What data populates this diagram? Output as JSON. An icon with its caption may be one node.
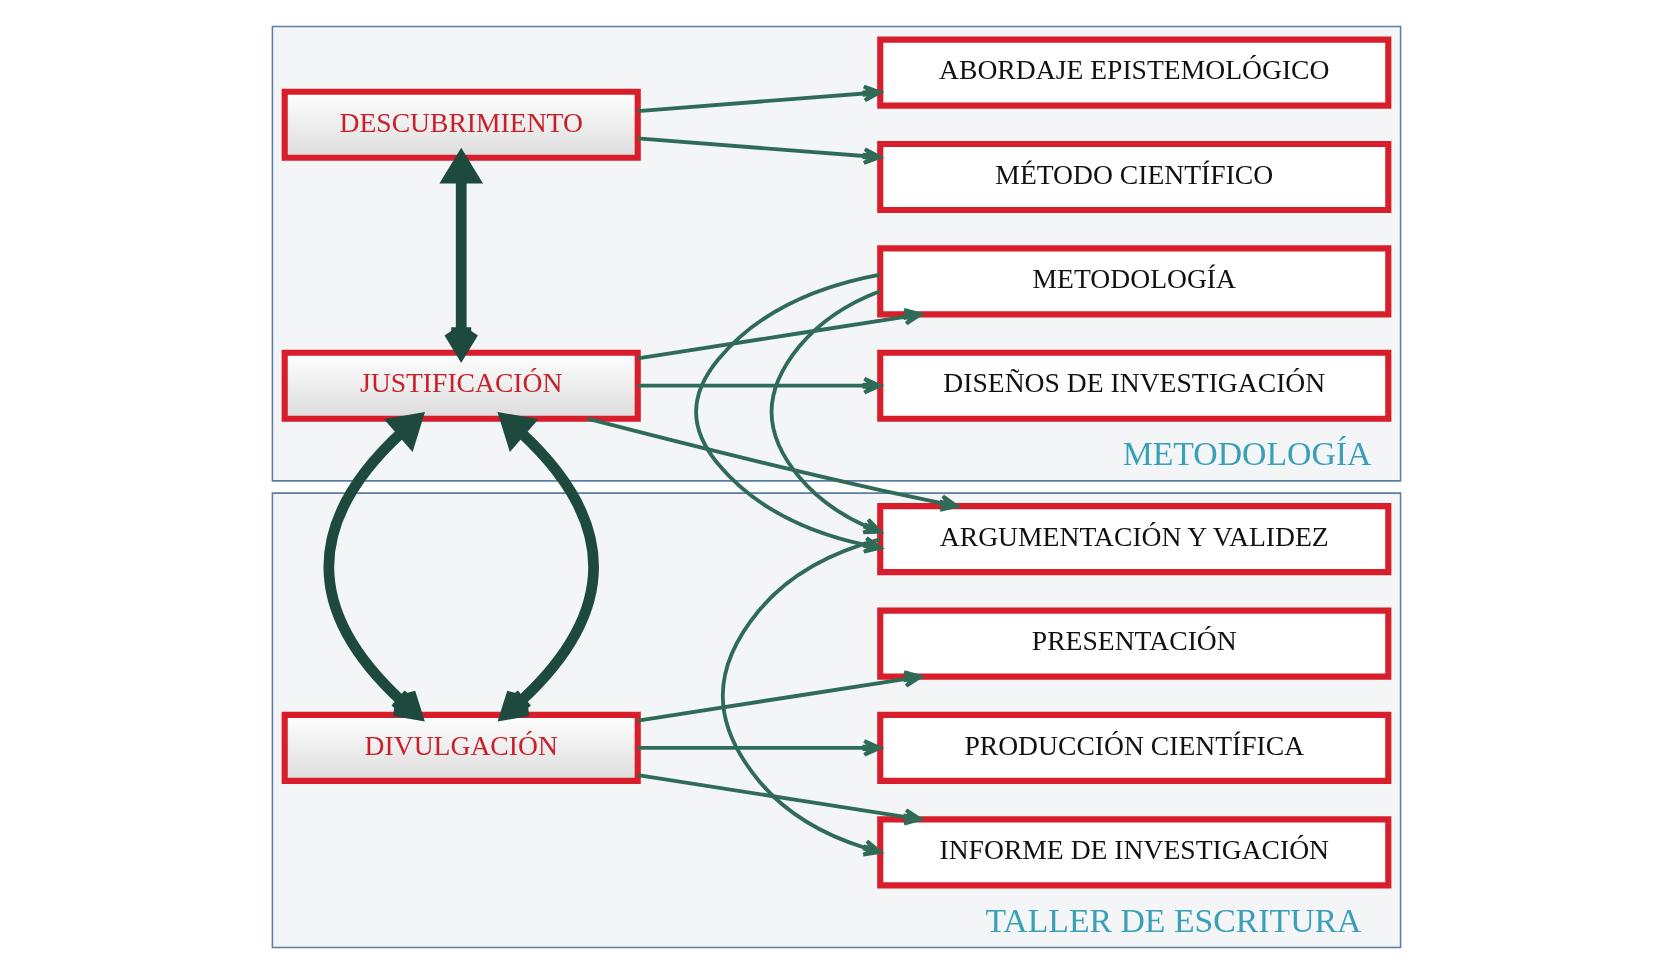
{
  "diagram": {
    "nodes": [
      {
        "text": [
          "METODOLOGÍA"
        ]
      },
      {
        "text": [
          "DESCUBRIMIENTO"
        ],
        "in": 0
      },
      {
        "text": [
          "MÉTODO CIENTÍFICO"
        ],
        "in": 0
      },
      {
        "text": [
          "ABORDAJE EPISTEMOLÓGICO"
        ],
        "in": 0
      },
      {
        "text": [
          "DISEÑOS DE INVESTIGACIÓN"
        ],
        "in": 0
      },
      {
        "text": [
          "JUSTIFICACIÓN"
        ],
        "in": 0
      },
      {
        "text": [
          "METODOLOGÍA"
        ],
        "in": 0
      },
      {
        "text": [
          "TALLER DE ESCRITURA"
        ]
      },
      {
        "text": [
          "ARGUMENTACIÓN Y VALIDEZ"
        ],
        "in": 7
      },
      {
        "text": [
          "INFORME DE INVESTIGACIÓN"
        ],
        "in": 7
      },
      {
        "text": [
          "DIVULGACIÓN"
        ],
        "in": 7
      },
      {
        "text": [
          "PRODUCCIÓN CIENTÍFICA"
        ],
        "in": 7
      },
      {
        "text": [
          "PRESENTACIÓN"
        ],
        "in": 7
      }
    ],
    "edges": [
      {
        "from": 1,
        "to": 2,
        "arrow": "to"
      },
      {
        "from": 1,
        "to": 3,
        "arrow": "to"
      },
      {
        "from": 1,
        "to": 5,
        "arrow": "both",
        "style": "thick",
        "color": "#1d4a3c"
      },
      {
        "from": 5,
        "to": 4,
        "arrow": "to"
      },
      {
        "from": 5,
        "to": 6,
        "arrow": "to"
      },
      {
        "from": 5,
        "to": 8,
        "arrow": "to"
      },
      {
        "from": 6,
        "to": 8,
        "arrow": "to"
      },
      {
        "from": 8,
        "to": 9,
        "arrow": "to"
      },
      {
        "from": 5,
        "to": 10,
        "arrow": "both",
        "style": "thick",
        "color": "#1d4a3c"
      },
      {
        "from": 10,
        "to": 9,
        "arrow": "to"
      },
      {
        "from": 10,
        "to": 11,
        "arrow": "to"
      },
      {
        "from": 10,
        "to": 12,
        "arrow": "to"
      }
    ]
  }
}
